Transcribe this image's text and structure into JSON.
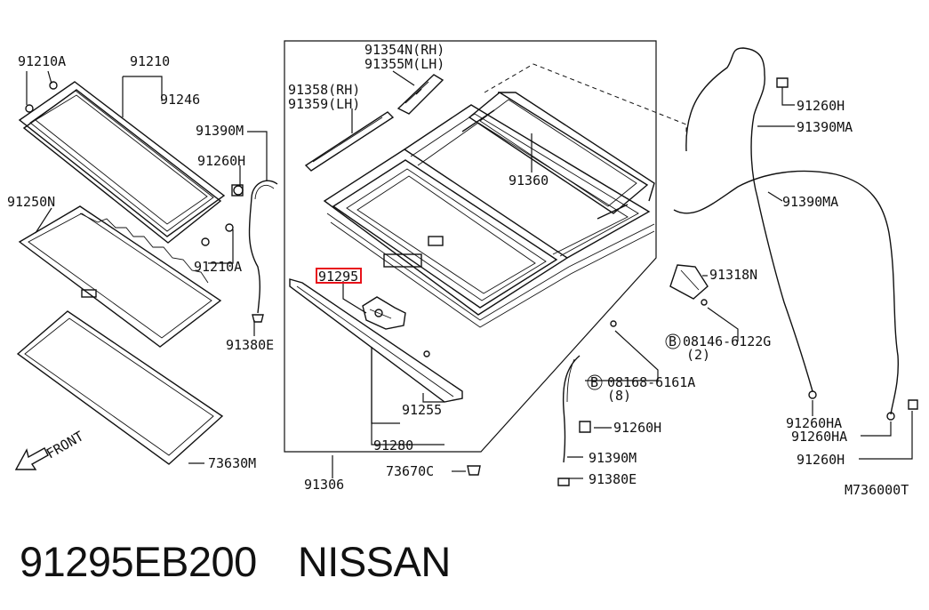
{
  "diagram": {
    "labels": {
      "l91210A_top": "91210A",
      "l91210": "91210",
      "l91246": "91246",
      "l91390M_top": "91390M",
      "l91260H_left": "91260H",
      "l91250N": "91250N",
      "l91210A_bot": "91210A",
      "l91380E_left": "91380E",
      "l73630M": "73630M",
      "front": "FRONT",
      "l91354N": "91354N(RH)",
      "l91355M": "91355M(LH)",
      "l91358": "91358(RH)",
      "l91359": "91359(LH)",
      "l91360": "91360",
      "l91295": "91295",
      "l91255": "91255",
      "l91280": "91280",
      "l91306": "91306",
      "l73670C": "73670C",
      "l91260H_top": "91260H",
      "l91390MA_top": "91390MA",
      "l91390MA_mid": "91390MA",
      "l91318N": "91318N",
      "b1_letter": "B",
      "l08146": "08146-6122G",
      "l08146_qty": "(2)",
      "b2_letter": "B",
      "l08168": "08168-6161A",
      "l08168_qty": "(8)",
      "l91260H_mid": "91260H",
      "l91390M_bot": "91390M",
      "l91380E_bot": "91380E",
      "l91260HA_1": "91260HA",
      "l91260HA_2": "91260HA",
      "l91260H_bot": "91260H",
      "ref": "M736000T"
    }
  },
  "caption": {
    "part_number": "91295EB200",
    "brand": "NISSAN"
  },
  "highlight_color": "#e8121a"
}
